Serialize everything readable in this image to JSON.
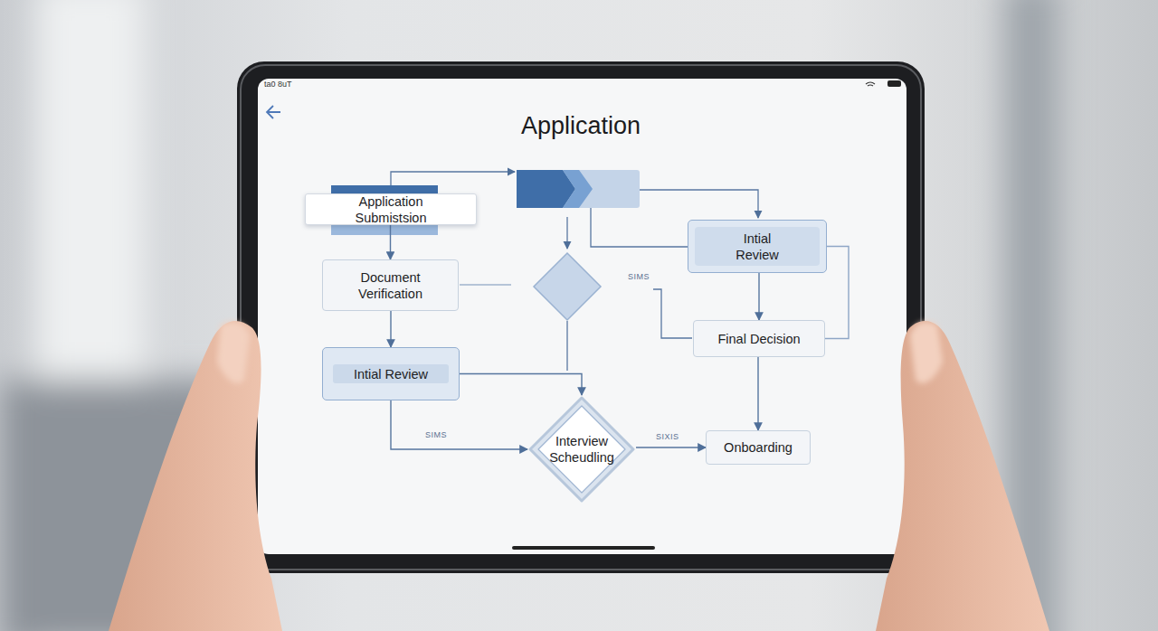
{
  "diagram": {
    "title": "Application",
    "nodes": [
      {
        "text": [
          "Application Submistsion"
        ]
      },
      {
        "text": [
          "Intial Review"
        ]
      },
      {
        "text": [
          "Document Verification"
        ]
      },
      {
        "text": [
          "Final Decision"
        ]
      },
      {
        "text": [
          "Intial Review"
        ]
      },
      {
        "text": [
          "Interview Scheudling"
        ]
      },
      {
        "text": [
          "Onboarding"
        ]
      }
    ],
    "edges": [
      {
        "from": 0,
        "to": 2,
        "arrow": "to"
      },
      {
        "from": 2,
        "to": 4,
        "arrow": "to"
      },
      {
        "from": 4,
        "to": 5,
        "label": "SIMS",
        "arrow": "to"
      },
      {
        "from": 4,
        "to": 5,
        "arrow": "to"
      },
      {
        "from": 5,
        "to": 6,
        "label": "SIXIS",
        "arrow": "to"
      },
      {
        "from": 1,
        "to": 3,
        "arrow": "to"
      },
      {
        "from": 3,
        "to": 6,
        "arrow": "to"
      },
      {
        "from": 1,
        "to": 3,
        "arrow": "none"
      }
    ],
    "labels": [
      "ta0 8uT",
      "SIMS"
    ]
  }
}
